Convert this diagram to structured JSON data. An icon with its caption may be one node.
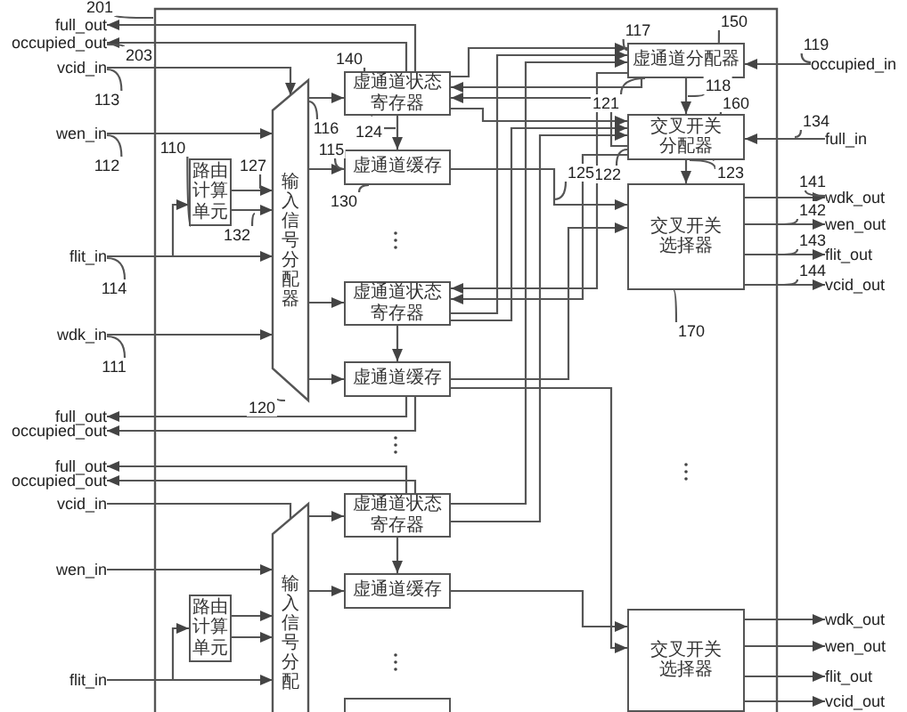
{
  "diagram": {
    "nodes": [
      {
        "text": [
          "full_out"
        ]
      },
      {
        "text": [
          "occupied_out"
        ]
      },
      {
        "text": [
          "vcid_in"
        ]
      },
      {
        "text": [
          "wen_in"
        ]
      },
      {
        "text": [
          "flit_in"
        ]
      },
      {
        "text": [
          "wdk_in"
        ]
      },
      {
        "text": [
          "路由计算单元"
        ]
      },
      {
        "text": [
          "输入信号分配器"
        ]
      },
      {
        "text": [
          "虚通道状态寄存器"
        ]
      },
      {
        "text": [
          "虚通道缓存"
        ]
      },
      {
        "text": [
          "虚通道状态寄存器"
        ]
      },
      {
        "text": [
          "虚通道缓存"
        ]
      },
      {
        "text": [
          "full_out"
        ]
      },
      {
        "text": [
          "occupied_out"
        ]
      },
      {
        "text": [
          "虚通道分配器"
        ]
      },
      {
        "text": [
          "occupied_in"
        ]
      },
      {
        "text": [
          "交叉开关分配器"
        ]
      },
      {
        "text": [
          "full_in"
        ]
      },
      {
        "text": [
          "交叉开关选择器"
        ]
      },
      {
        "text": [
          "wdk_out"
        ]
      },
      {
        "text": [
          "wen_out"
        ]
      },
      {
        "text": [
          "flit_out"
        ]
      },
      {
        "text": [
          "vcid_out"
        ]
      },
      {
        "text": [
          "full_out"
        ]
      },
      {
        "text": [
          "occupied_out"
        ]
      },
      {
        "text": [
          "vcid_in"
        ]
      },
      {
        "text": [
          "wen_in"
        ]
      },
      {
        "text": [
          "flit_in"
        ]
      },
      {
        "text": [
          "路由计算单元"
        ]
      },
      {
        "text": [
          "输入信号分配"
        ]
      },
      {
        "text": [
          "虚通道状态寄存器"
        ]
      },
      {
        "text": [
          "虚通道缓存"
        ]
      },
      {
        "text": [],
        "shape": "box"
      },
      {
        "text": [
          "交叉开关选择器"
        ]
      },
      {
        "text": [
          "wdk_out"
        ]
      },
      {
        "text": [
          "wen_out"
        ]
      },
      {
        "text": [
          "flit_out"
        ]
      },
      {
        "text": [
          "vcid_out"
        ]
      },
      {
        "text": [
          "201"
        ]
      },
      {
        "text": [
          "203"
        ]
      },
      {
        "text": [
          "113"
        ]
      },
      {
        "text": [
          "140"
        ]
      },
      {
        "text": [
          "117"
        ]
      },
      {
        "text": [
          "150"
        ]
      },
      {
        "text": [
          "119"
        ]
      },
      {
        "text": [
          "121"
        ]
      },
      {
        "text": [
          "118"
        ]
      },
      {
        "text": [
          "160"
        ]
      },
      {
        "text": [
          "124"
        ]
      },
      {
        "text": [
          "116"
        ]
      },
      {
        "text": [
          "115"
        ]
      },
      {
        "text": [
          "110"
        ]
      },
      {
        "text": [
          "127"
        ]
      },
      {
        "text": [
          "134"
        ]
      },
      {
        "text": [
          "112"
        ]
      },
      {
        "text": [
          "122"
        ]
      },
      {
        "text": [
          "123"
        ]
      },
      {
        "text": [
          "125"
        ]
      },
      {
        "text": [
          "130"
        ]
      },
      {
        "text": [
          "132"
        ]
      },
      {
        "text": [
          "141"
        ]
      },
      {
        "text": [
          "142"
        ]
      },
      {
        "text": [
          "143"
        ]
      },
      {
        "text": [
          "144"
        ]
      },
      {
        "text": [
          "114"
        ]
      },
      {
        "text": [
          "170"
        ]
      },
      {
        "text": [
          "111"
        ]
      },
      {
        "text": [
          "120"
        ]
      }
    ],
    "edges": [
      {
        "from": 8,
        "to": 0,
        "arrow": "to"
      },
      {
        "from": 8,
        "to": 1,
        "arrow": "to"
      },
      {
        "from": 2,
        "to": 7,
        "arrow": "to"
      },
      {
        "from": 3,
        "to": 7,
        "arrow": "to"
      },
      {
        "from": 4,
        "to": 7,
        "arrow": "to"
      },
      {
        "from": 5,
        "to": 7,
        "arrow": "to"
      },
      {
        "from": 4,
        "to": 6,
        "arrow": "to"
      },
      {
        "from": 6,
        "to": 7,
        "arrow": "to"
      },
      {
        "from": 6,
        "to": 7,
        "arrow": "to"
      },
      {
        "from": 7,
        "to": 8,
        "arrow": "to"
      },
      {
        "from": 7,
        "to": 9,
        "arrow": "to"
      },
      {
        "from": 7,
        "to": 10,
        "arrow": "to"
      },
      {
        "from": 7,
        "to": 11,
        "arrow": "to"
      },
      {
        "from": 8,
        "to": 9,
        "arrow": "to"
      },
      {
        "from": 10,
        "to": 11,
        "arrow": "to"
      },
      {
        "from": 11,
        "to": 12,
        "arrow": "to"
      },
      {
        "from": 11,
        "to": 13,
        "arrow": "to"
      },
      {
        "from": 15,
        "to": 14,
        "arrow": "to"
      },
      {
        "from": 17,
        "to": 16,
        "arrow": "to"
      },
      {
        "from": 14,
        "to": 16,
        "arrow": "to"
      },
      {
        "from": 16,
        "to": 18,
        "arrow": "to"
      },
      {
        "from": 18,
        "to": 19,
        "arrow": "to"
      },
      {
        "from": 18,
        "to": 20,
        "arrow": "to"
      },
      {
        "from": 18,
        "to": 21,
        "arrow": "to"
      },
      {
        "from": 18,
        "to": 22,
        "arrow": "to"
      },
      {
        "from": 8,
        "to": 14,
        "arrow": "to"
      },
      {
        "from": 8,
        "to": 16,
        "arrow": "to"
      },
      {
        "from": 10,
        "to": 14,
        "arrow": "to"
      },
      {
        "from": 10,
        "to": 16,
        "arrow": "to"
      },
      {
        "from": 30,
        "to": 14,
        "arrow": "to"
      },
      {
        "from": 30,
        "to": 16,
        "arrow": "to"
      },
      {
        "from": 9,
        "to": 18,
        "arrow": "to"
      },
      {
        "from": 11,
        "to": 18,
        "arrow": "to"
      },
      {
        "from": 14,
        "to": 8,
        "arrow": "to"
      },
      {
        "from": 16,
        "to": 8,
        "arrow": "to"
      },
      {
        "from": 14,
        "to": 10,
        "arrow": "to"
      },
      {
        "from": 16,
        "to": 10,
        "arrow": "to"
      },
      {
        "from": 30,
        "to": 23,
        "arrow": "to"
      },
      {
        "from": 30,
        "to": 24,
        "arrow": "to"
      },
      {
        "from": 25,
        "to": 29,
        "arrow": "to"
      },
      {
        "from": 26,
        "to": 29,
        "arrow": "to"
      },
      {
        "from": 27,
        "to": 29,
        "arrow": "to"
      },
      {
        "from": 27,
        "to": 28,
        "arrow": "to"
      },
      {
        "from": 28,
        "to": 29,
        "arrow": "to"
      },
      {
        "from": 28,
        "to": 29,
        "arrow": "to"
      },
      {
        "from": 29,
        "to": 30,
        "arrow": "to"
      },
      {
        "from": 29,
        "to": 31,
        "arrow": "to"
      },
      {
        "from": 30,
        "to": 31,
        "arrow": "to"
      },
      {
        "from": 31,
        "to": 33,
        "arrow": "to"
      },
      {
        "from": 33,
        "to": 34,
        "arrow": "to"
      },
      {
        "from": 33,
        "to": 35,
        "arrow": "to"
      },
      {
        "from": 33,
        "to": 36,
        "arrow": "to"
      },
      {
        "from": 33,
        "to": 37,
        "arrow": "to"
      },
      {
        "from": 11,
        "to": 33,
        "arrow": "to"
      },
      {
        "from": 38,
        "to": null,
        "arrow": "none"
      },
      {
        "from": 39,
        "to": 1,
        "arrow": "none"
      },
      {
        "from": 40,
        "to": 2,
        "arrow": "none"
      },
      {
        "from": 41,
        "to": 8,
        "arrow": "none"
      },
      {
        "from": 42,
        "to": 14,
        "arrow": "none"
      },
      {
        "from": 43,
        "to": 14,
        "arrow": "none"
      },
      {
        "from": 44,
        "to": 15,
        "arrow": "none"
      },
      {
        "from": 45,
        "to": 14,
        "arrow": "none"
      },
      {
        "from": 46,
        "to": null,
        "arrow": "none"
      },
      {
        "from": 47,
        "to": 16,
        "arrow": "none"
      },
      {
        "from": 48,
        "to": null,
        "arrow": "none"
      },
      {
        "from": 49,
        "to": 7,
        "arrow": "none"
      },
      {
        "from": 50,
        "to": 9,
        "arrow": "none"
      },
      {
        "from": 51,
        "to": 6,
        "arrow": "none"
      },
      {
        "from": 52,
        "to": null,
        "arrow": "none"
      },
      {
        "from": 53,
        "to": null,
        "arrow": "none"
      },
      {
        "from": 54,
        "to": 3,
        "arrow": "none"
      },
      {
        "from": 55,
        "to": 16,
        "arrow": "none"
      },
      {
        "from": 56,
        "to": 16,
        "arrow": "none"
      },
      {
        "from": 57,
        "to": null,
        "arrow": "none"
      },
      {
        "from": 58,
        "to": 9,
        "arrow": "none"
      },
      {
        "from": 59,
        "to": null,
        "arrow": "none"
      },
      {
        "from": 60,
        "to": 19,
        "arrow": "none"
      },
      {
        "from": 61,
        "to": null,
        "arrow": "none"
      },
      {
        "from": 62,
        "to": null,
        "arrow": "none"
      },
      {
        "from": 63,
        "to": null,
        "arrow": "none"
      },
      {
        "from": 64,
        "to": 4,
        "arrow": "none"
      },
      {
        "from": 65,
        "to": 18,
        "arrow": "none"
      },
      {
        "from": 66,
        "to": 5,
        "arrow": "none"
      },
      {
        "from": 67,
        "to": 7,
        "arrow": "none"
      }
    ]
  }
}
